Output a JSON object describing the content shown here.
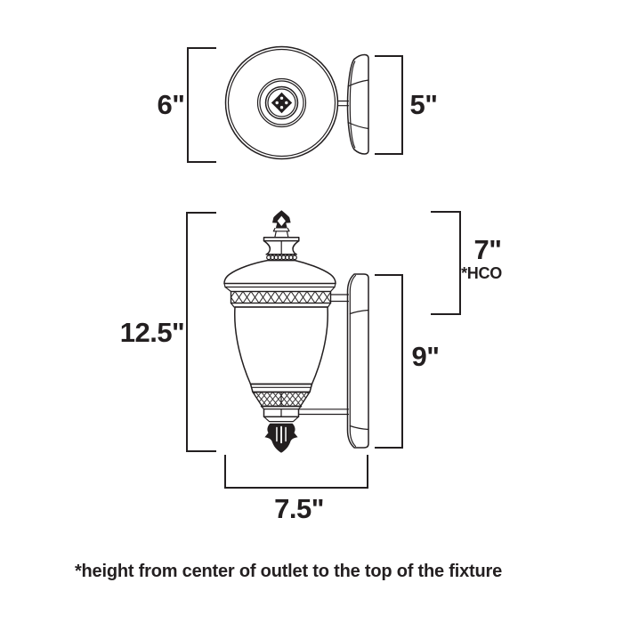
{
  "diagram": {
    "ink_color": "#231f20",
    "background_color": "#ffffff",
    "subject": "outdoor wall lantern dimension drawing",
    "top_view": {
      "width_dim": {
        "label": "6\""
      },
      "depth_dim": {
        "label": "5\""
      }
    },
    "side_view": {
      "overall_height_dim": {
        "label": "12.5\""
      },
      "outlet_to_top_dim": {
        "label": "7\"",
        "note": "*HCO"
      },
      "backplate_height_dim": {
        "label": "9\""
      },
      "overall_width_dim": {
        "label": "7.5\""
      }
    },
    "footnote": "*height from center of outlet to the top of the fixture"
  }
}
